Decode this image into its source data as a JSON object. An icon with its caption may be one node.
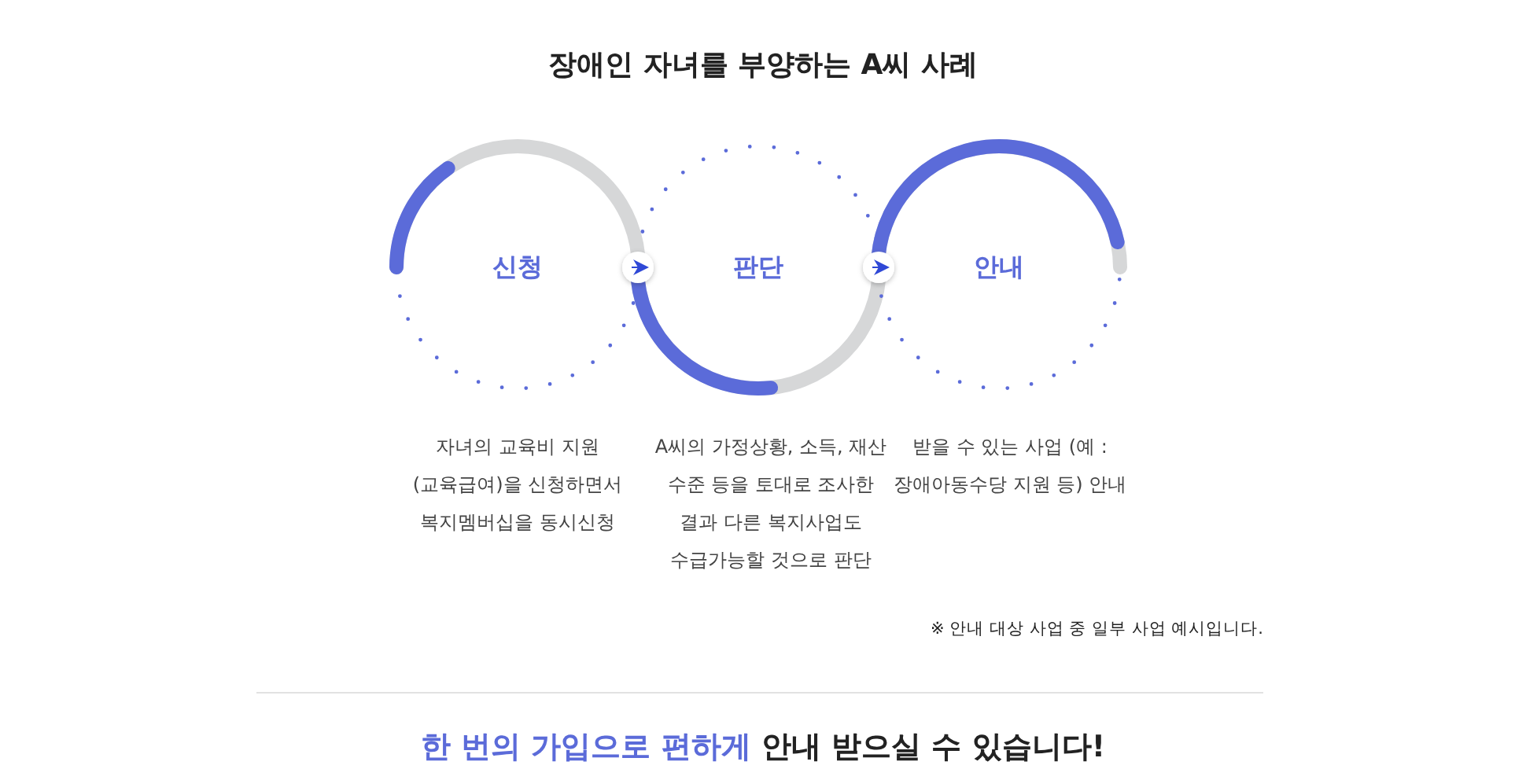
{
  "diagram": {
    "title": "장애인 자녀를 부양하는 A씨 사례",
    "nodes": [
      {
        "text": [
          "신청"
        ],
        "beside": [
          "자녀의 교육비 지원 (교육급여)을 신청하면서 복지멤버십을 동시신청"
        ]
      },
      {
        "text": [
          "판단"
        ],
        "beside": [
          "A씨의 가정상황, 소득, 재산 수준 등을 토대로 조사한 결과 다른 복지사업도 수급가능할 것으로 판단"
        ]
      },
      {
        "text": [
          "안내"
        ],
        "beside": [
          "받을 수 있는 사업 (예 : 장애아동수당 지원 등) 안내"
        ]
      }
    ],
    "edges": [
      {
        "from": 0,
        "to": 1,
        "arrow": "to"
      },
      {
        "from": 1,
        "to": 2,
        "arrow": "to"
      }
    ],
    "labels": [
      "※ 안내 대상 사업 중 일부 사업 예시입니다.",
      "한 번의 가입으로 편하게",
      "안내 받으실 수 있습니다!"
    ]
  }
}
